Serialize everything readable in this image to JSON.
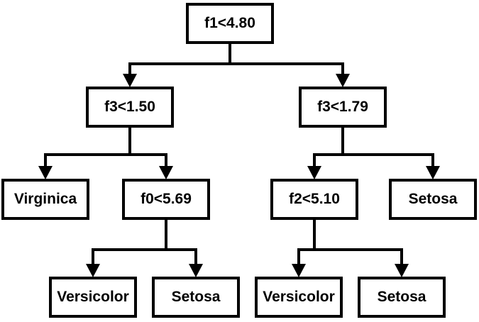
{
  "diagram": {
    "type": "decision-tree",
    "colors": {
      "line": "#000000",
      "node_border": "#000000",
      "node_fill": "#ffffff",
      "text": "#000000",
      "background": "#ffffff"
    }
  },
  "tree": {
    "label": "f1<4.80",
    "children": [
      {
        "label": "f3<1.50",
        "children": [
          {
            "label": "Virginica"
          },
          {
            "label": "f0<5.69",
            "children": [
              {
                "label": "Versicolor"
              },
              {
                "label": "Setosa"
              }
            ]
          }
        ]
      },
      {
        "label": "f3<1.79",
        "children": [
          {
            "label": "f2<5.10",
            "children": [
              {
                "label": "Versicolor"
              },
              {
                "label": "Setosa"
              }
            ]
          },
          {
            "label": "Setosa"
          }
        ]
      }
    ]
  }
}
